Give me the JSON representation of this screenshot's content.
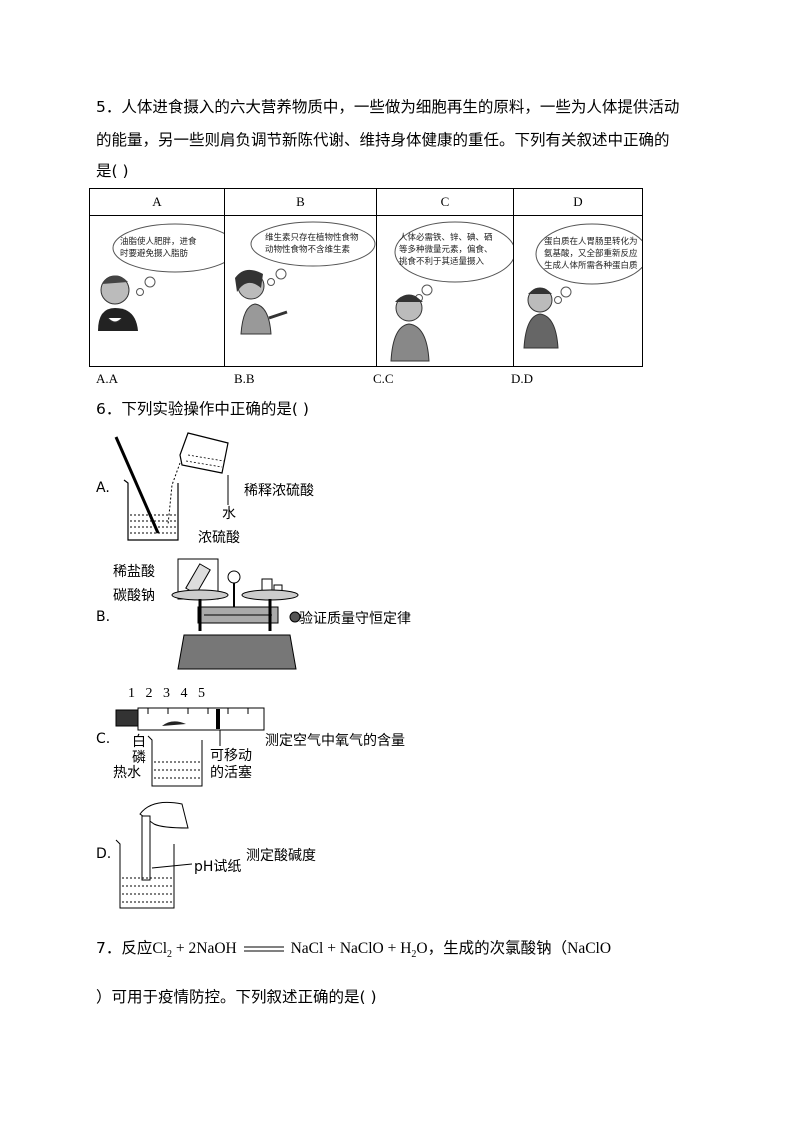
{
  "q5": {
    "line1": "5．人体进食摄入的六大营养物质中，一些做为细胞再生的原料，一些为人体提供活动",
    "line2": "的能量，另一些则肩负调节新陈代谢、维持身体健康的重任。下列有关叙述中正确的",
    "line3": "是( )",
    "headers": [
      "A",
      "B",
      "C",
      "D"
    ],
    "bubbles": [
      "油脂使人肥胖，进食\n时要避免摄入脂肪",
      "维生素只存在植物性食物\n动物性食物不含维生素",
      "人体必需铁、锌、碘、硒\n等多种微量元素，偏食、\n挑食不利于其适量摄入",
      "蛋白质在人胃肠里转化为\n氨基酸，又全部重新反应\n生成人体所需各种蛋白质"
    ],
    "choices": [
      "A.A",
      "B.B",
      "C.C",
      "D.D"
    ]
  },
  "q6": {
    "stem": "6．下列实验操作中正确的是( )",
    "A": {
      "letter": "A.",
      "title": "稀释浓硫酸",
      "water": "水",
      "acid": "浓硫酸"
    },
    "B": {
      "letter": "B.",
      "title": "验证质量守恒定律",
      "hcl": "稀盐酸",
      "na2co3": "碳酸钠"
    },
    "C": {
      "letter": "C.",
      "title": "测定空气中氧气的含量",
      "scale": [
        "1",
        "2",
        "3",
        "4",
        "5"
      ],
      "p1": "白",
      "p2": "磷",
      "hot": "热水",
      "piston1": "可移动",
      "piston2": "的活塞"
    },
    "D": {
      "letter": "D.",
      "title": "测定酸碱度",
      "ph": "pH试纸"
    }
  },
  "q7": {
    "pre": "7．反应",
    "eq_left": "Cl",
    "eq_sub": "2",
    "eq_mid": " + 2NaOH",
    "eq_right": "NaCl + NaClO + H",
    "eq_sub2": "2",
    "eq_end": "O",
    "post": "，生成的次氯酸钠（",
    "naclo": "NaClO",
    "line2": "）可用于疫情防控。下列叙述正确的是( )"
  }
}
